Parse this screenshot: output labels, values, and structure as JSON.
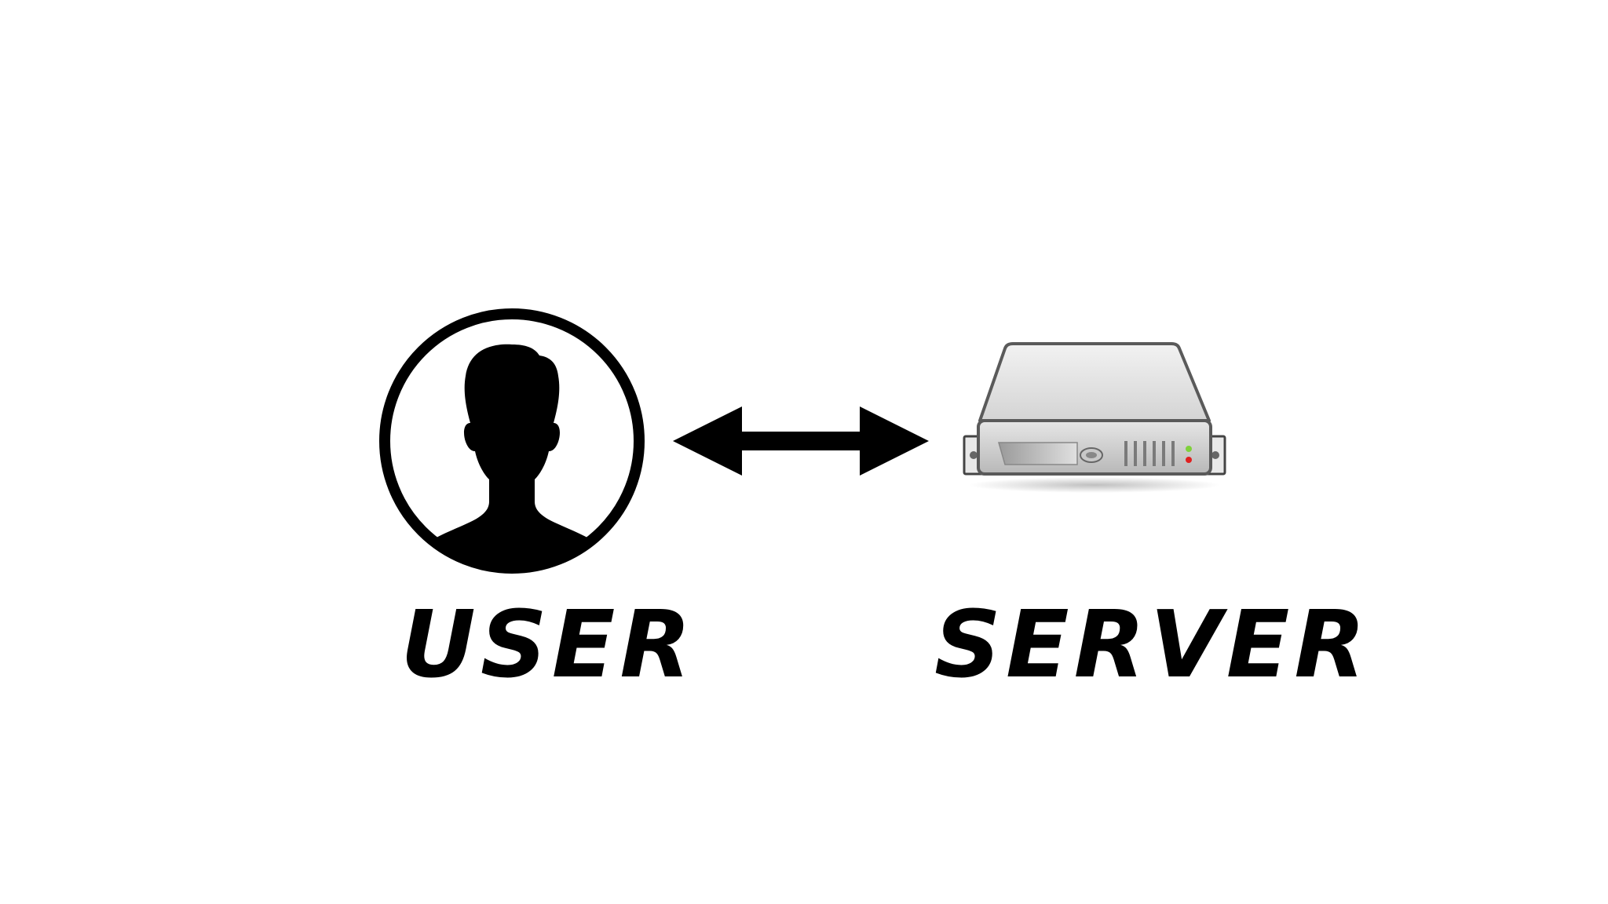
{
  "diagram": {
    "nodes": [
      {
        "id": "user",
        "label": "USER",
        "icon": "user-silhouette-icon"
      },
      {
        "id": "server",
        "label": "SERVER",
        "icon": "server-icon"
      }
    ],
    "edges": [
      {
        "from": "user",
        "to": "server",
        "direction": "bidirectional"
      }
    ]
  },
  "colors": {
    "background": "#ffffff",
    "foreground": "#000000",
    "server_body": "#d9d9d9",
    "server_led_green": "#7fd13b",
    "server_led_red": "#e02020"
  }
}
